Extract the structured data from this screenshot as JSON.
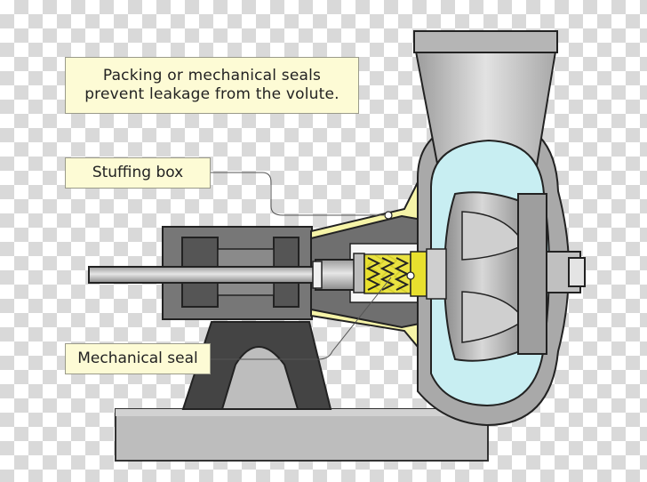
{
  "annotations": {
    "note_line1": "Packing or mechanical seals",
    "note_line2": "prevent leakage from the volute.",
    "stuffing_box_label": "Stuffing box",
    "mechanical_seal_label": "Mechanical seal"
  },
  "colors": {
    "casing": "#b8b8b8",
    "casing_dark": "#6f6f6f",
    "volute_fluid": "#c8eef2",
    "stuffing_box": "#f6f4a8",
    "spring": "#e8e02e",
    "label_background": "#fdfbd5",
    "outline": "#333333"
  }
}
